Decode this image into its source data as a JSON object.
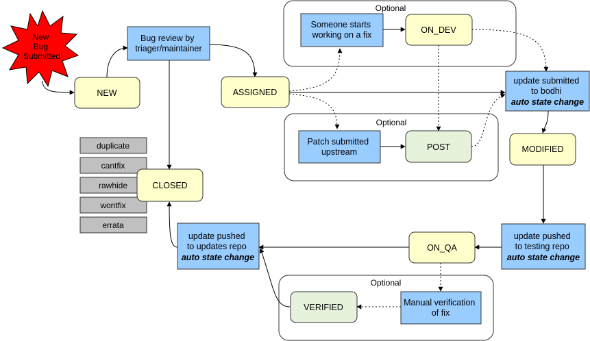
{
  "colors": {
    "yellow_fill": "#ffffcc",
    "blue_fill": "#99ccff",
    "green_fill": "#e6f2dc",
    "gray_fill": "#c0c0c0",
    "star_fill": "#ff0000",
    "group_border": "#333333"
  },
  "groups": {
    "top_optional": "Optional",
    "middle_optional": "Optional",
    "bottom_optional": "Optional"
  },
  "nodes": {
    "new_bug": [
      "New",
      "Bug",
      "Submitted"
    ],
    "bug_review": [
      "Bug review by",
      "triager/maintainer"
    ],
    "new": "NEW",
    "assigned": "ASSIGNED",
    "someone_starts": [
      "Someone starts",
      "working on a fix"
    ],
    "on_dev": "ON_DEV",
    "patch_submitted": [
      "Patch submitted",
      "upstream"
    ],
    "post": "POST",
    "update_bodhi": [
      "update submitted",
      "to bodhi"
    ],
    "update_bodhi_auto": "auto state change",
    "modified": "MODIFIED",
    "closed": "CLOSED",
    "update_testing": [
      "update pushed",
      "to testing repo"
    ],
    "update_testing_auto": "auto state change",
    "on_qa": "ON_QA",
    "update_updates": [
      "update pushed",
      "to updates repo"
    ],
    "update_updates_auto": "auto state change",
    "verified": "VERIFIED",
    "manual_verification": [
      "Manual verification",
      "of fix"
    ]
  },
  "resolutions": [
    "duplicate",
    "cantfix",
    "rawhide",
    "wontfix",
    "errata"
  ]
}
